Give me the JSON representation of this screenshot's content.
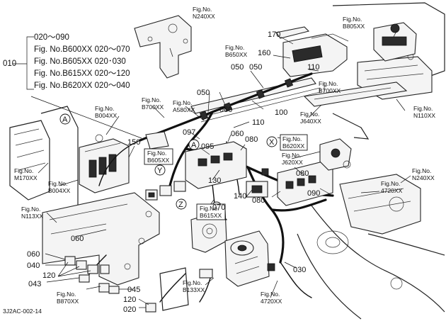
{
  "figure_code": "3J2AC-002-14",
  "fig_prefix": "Fig.No.",
  "list": {
    "main_label": "010",
    "lines": [
      "020～090",
      "Fig. No.B600XX  020～070",
      "Fig. No.B605XX  020･030",
      "Fig. No.B615XX  020～120",
      "Fig. No.B620XX  020～040"
    ]
  },
  "view_markers": [
    "A",
    "A",
    "X",
    "Y",
    "Z",
    "Z"
  ],
  "fig_refs": [
    {
      "code": "N240XX"
    },
    {
      "code": "B805XX"
    },
    {
      "code": "B650XX"
    },
    {
      "code": "B700XX"
    },
    {
      "code": "A580XX"
    },
    {
      "code": "B004XX"
    },
    {
      "code": "B700XX"
    },
    {
      "code": "N110XX"
    },
    {
      "code": "J640XX"
    },
    {
      "code": "B620XX"
    },
    {
      "code": "B605XX"
    },
    {
      "code": "J620XX"
    },
    {
      "code": "M170XX"
    },
    {
      "code": "B004XX"
    },
    {
      "code": "N240XX"
    },
    {
      "code": "4720XX"
    },
    {
      "code": "B615XX"
    },
    {
      "code": "N113XX"
    },
    {
      "code": "B133XX"
    },
    {
      "code": "4720XX"
    },
    {
      "code": "B870XX"
    }
  ],
  "part_numbers": [
    "170",
    "160",
    "110",
    "050",
    "050",
    "050",
    "060",
    "100",
    "110",
    "097",
    "095",
    "060",
    "080",
    "150",
    "130",
    "080",
    "140",
    "080",
    "070",
    "090",
    "060",
    "060",
    "040",
    "120",
    "043",
    "030",
    "045",
    "120",
    "020"
  ]
}
